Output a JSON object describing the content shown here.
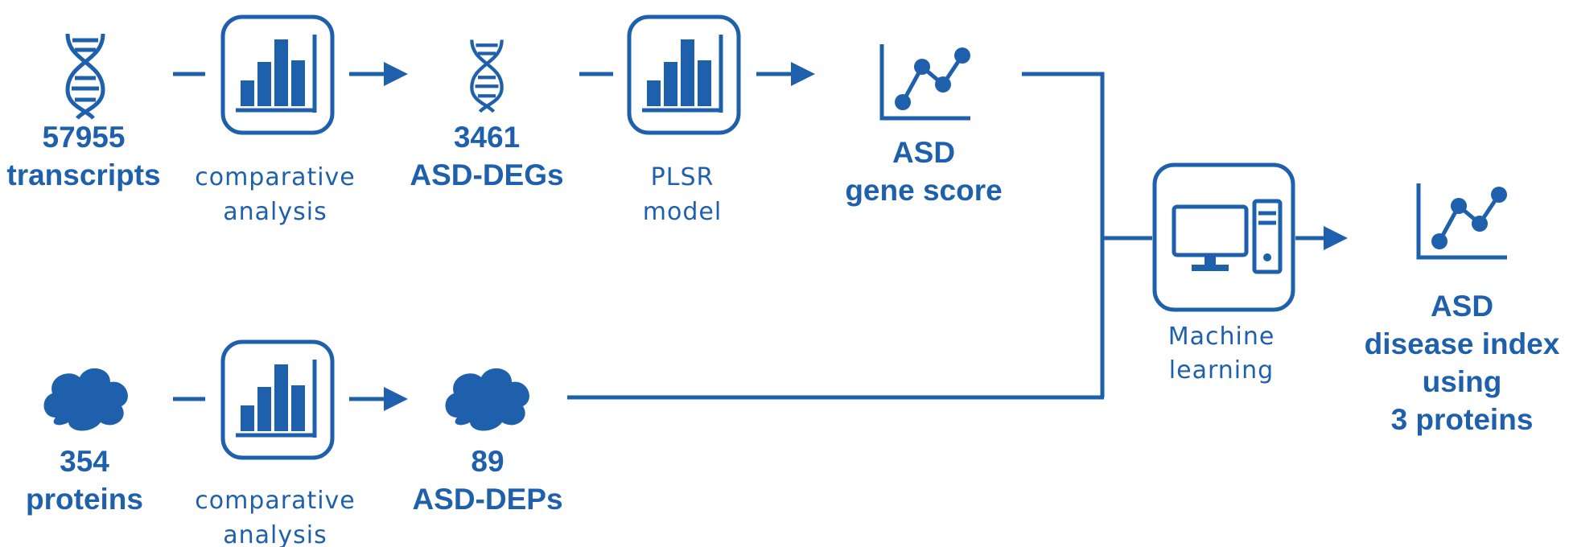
{
  "colors": {
    "primary": "#1f60ad",
    "background": "#ffffff"
  },
  "top_row": {
    "input": {
      "icon": "dna-icon",
      "count": "57955",
      "label": "transcripts"
    },
    "step1": {
      "icon": "bar-chart-icon",
      "label_line1": "comparative",
      "label_line2": "analysis"
    },
    "intermediate": {
      "icon": "dna-icon",
      "count": "3461",
      "label": "ASD-DEGs"
    },
    "step2": {
      "icon": "bar-chart-icon",
      "label_line1": "PLSR",
      "label_line2": "model"
    },
    "output": {
      "icon": "line-chart-icon",
      "label_line1": "ASD",
      "label_line2": "gene score"
    }
  },
  "bottom_row": {
    "input": {
      "icon": "cloud-icon",
      "count": "354",
      "label": "proteins"
    },
    "step1": {
      "icon": "bar-chart-icon",
      "label_line1": "comparative",
      "label_line2": "analysis"
    },
    "intermediate": {
      "icon": "cloud-icon",
      "count": "89",
      "label": "ASD-DEPs"
    }
  },
  "merge": {
    "step": {
      "icon": "computer-icon",
      "label_line1": "Machine",
      "label_line2": "learning"
    },
    "output": {
      "icon": "line-chart-icon",
      "label_line1": "ASD",
      "label_line2": "disease index",
      "label_line3": "using",
      "label_line4": "3 proteins"
    }
  }
}
